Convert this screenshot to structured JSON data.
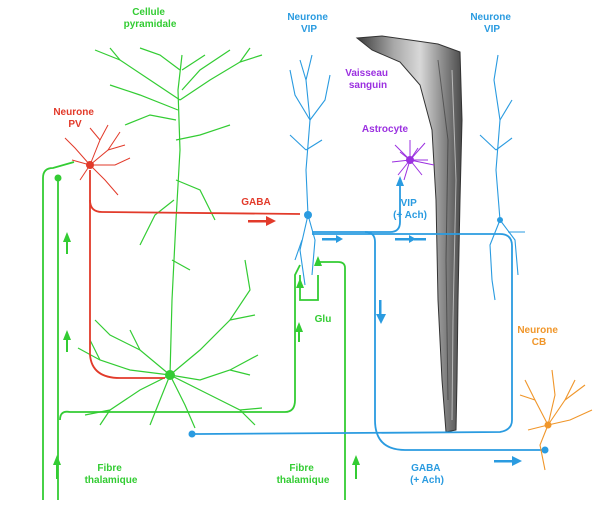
{
  "labels": {
    "pyramidal": [
      "Cellule",
      "pyramidale"
    ],
    "vip_left": [
      "Neurone",
      "VIP"
    ],
    "vip_right": [
      "Neurone",
      "VIP"
    ],
    "vessel": [
      "Vaisseau",
      "sanguin"
    ],
    "astrocyte": "Astrocyte",
    "pv": [
      "Neurone",
      "PV"
    ],
    "gaba_top": "GABA",
    "vip_ach": [
      "VIP",
      "(+ Ach)"
    ],
    "glu": "Glu",
    "cb": [
      "Neurone",
      "CB"
    ],
    "gaba_bottom": [
      "GABA",
      "(+ Ach)"
    ],
    "fibre_left": [
      "Fibre",
      "thalamique"
    ],
    "fibre_right": [
      "Fibre",
      "thalamique"
    ]
  },
  "colors": {
    "pyramidal": "#33cc33",
    "vip": "#2a9be0",
    "pv": "#e23a2a",
    "astrocyte": "#9b30e0",
    "cb": "#f0962a",
    "vessel": "#555555"
  }
}
